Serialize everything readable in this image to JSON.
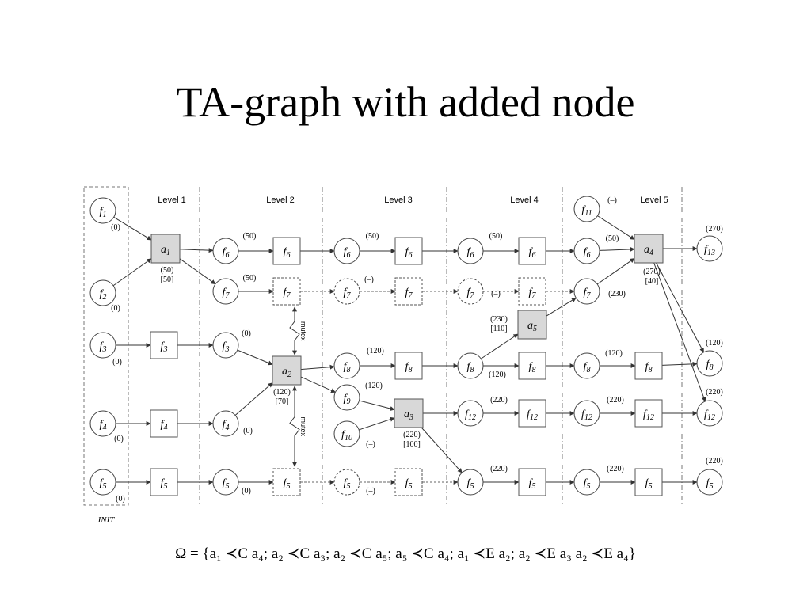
{
  "slide": {
    "title": "TA-graph with added node",
    "formula": "Ω = {a₁ ≺C a₄;  a₂ ≺C a₃; a₂ ≺C a₅; a₅ ≺C a₄;  a₁ ≺E a₂; a₂ ≺E a₃ a₂ ≺E a₄}"
  },
  "diagram": {
    "levels": [
      "Level 1",
      "Level 2",
      "Level 3",
      "Level 4",
      "Level 5"
    ],
    "init_label": "INIT",
    "mutex_label": "mutex",
    "nodes": [
      {
        "id": "f1_0",
        "kind": "fact",
        "fact": "1",
        "label": "(0)"
      },
      {
        "id": "f2_0",
        "kind": "fact",
        "fact": "2",
        "label": "(0)"
      },
      {
        "id": "f3_0",
        "kind": "fact",
        "fact": "3",
        "label": "(0)"
      },
      {
        "id": "f4_0",
        "kind": "fact",
        "fact": "4",
        "label": "(0)"
      },
      {
        "id": "f5_0",
        "kind": "fact",
        "fact": "5",
        "label": "(0)"
      },
      {
        "id": "a1",
        "kind": "action",
        "action": "1",
        "label": "(50)",
        "label2": "[50]"
      },
      {
        "id": "p3_1",
        "kind": "noop",
        "fact": "3"
      },
      {
        "id": "p4_1",
        "kind": "noop",
        "fact": "4"
      },
      {
        "id": "p5_1",
        "kind": "noop",
        "fact": "5"
      },
      {
        "id": "f6_1",
        "kind": "fact",
        "fact": "6",
        "label": "(50)"
      },
      {
        "id": "f7_1",
        "kind": "fact",
        "fact": "7",
        "label": "(50)"
      },
      {
        "id": "f3_1",
        "kind": "fact",
        "fact": "3",
        "label": "(0)"
      },
      {
        "id": "f4_1",
        "kind": "fact",
        "fact": "4",
        "label": "(0)"
      },
      {
        "id": "f5_1",
        "kind": "fact",
        "fact": "5",
        "label": "(0)"
      },
      {
        "id": "p6_2",
        "kind": "noop",
        "fact": "6"
      },
      {
        "id": "p7_2",
        "kind": "noop_dashed",
        "fact": "7"
      },
      {
        "id": "a2",
        "kind": "action",
        "action": "2",
        "label": "(120)",
        "label2": "[70]"
      },
      {
        "id": "p5_2",
        "kind": "noop_dashed",
        "fact": "5"
      },
      {
        "id": "f6_2",
        "kind": "fact",
        "fact": "6",
        "label": "(50)"
      },
      {
        "id": "f7_2",
        "kind": "fact_dashed",
        "fact": "7",
        "label": "(–)"
      },
      {
        "id": "f8_2",
        "kind": "fact",
        "fact": "8",
        "label": "(120)"
      },
      {
        "id": "f9_2",
        "kind": "fact",
        "fact": "9",
        "label": "(120)"
      },
      {
        "id": "f10_2",
        "kind": "fact",
        "fact": "10",
        "label": "(–)"
      },
      {
        "id": "f5_2",
        "kind": "fact_dashed",
        "fact": "5",
        "label": "(–)"
      },
      {
        "id": "p6_3",
        "kind": "noop",
        "fact": "6"
      },
      {
        "id": "p7_3",
        "kind": "noop_dashed",
        "fact": "7"
      },
      {
        "id": "p8_3",
        "kind": "noop",
        "fact": "8"
      },
      {
        "id": "a3",
        "kind": "action",
        "action": "3",
        "label": "(220)",
        "label2": "[100]"
      },
      {
        "id": "p5_3",
        "kind": "noop_dashed",
        "fact": "5"
      },
      {
        "id": "f6_3",
        "kind": "fact",
        "fact": "6",
        "label": "(50)"
      },
      {
        "id": "f7_3",
        "kind": "fact_dashed",
        "fact": "7",
        "label": "(–)"
      },
      {
        "id": "f8_3",
        "kind": "fact",
        "fact": "8",
        "label": "(120)"
      },
      {
        "id": "f12_3",
        "kind": "fact",
        "fact": "12",
        "label": "(220)"
      },
      {
        "id": "f5_3",
        "kind": "fact",
        "fact": "5",
        "label": "(220)"
      },
      {
        "id": "p6_4",
        "kind": "noop",
        "fact": "6"
      },
      {
        "id": "p7_4",
        "kind": "noop_dashed",
        "fact": "7"
      },
      {
        "id": "a5",
        "kind": "action",
        "action": "5",
        "label": "(230)",
        "label2": "[110]"
      },
      {
        "id": "p8_4",
        "kind": "noop",
        "fact": "8"
      },
      {
        "id": "p12_4",
        "kind": "noop",
        "fact": "12"
      },
      {
        "id": "p5_4",
        "kind": "noop",
        "fact": "5"
      },
      {
        "id": "f11_4",
        "kind": "fact",
        "fact": "11",
        "label": "(–)"
      },
      {
        "id": "f6_4",
        "kind": "fact",
        "fact": "6",
        "label": "(50)"
      },
      {
        "id": "f7_4",
        "kind": "fact",
        "fact": "7",
        "label": "(230)"
      },
      {
        "id": "f8_4",
        "kind": "fact",
        "fact": "8",
        "label": "(120)"
      },
      {
        "id": "f12_4",
        "kind": "fact",
        "fact": "12",
        "label": "(220)"
      },
      {
        "id": "f5_4",
        "kind": "fact",
        "fact": "5",
        "label": "(220)"
      },
      {
        "id": "a4",
        "kind": "action",
        "action": "4",
        "label": "(270)",
        "label2": "[40]"
      },
      {
        "id": "p8_5",
        "kind": "noop",
        "fact": "8"
      },
      {
        "id": "p12_5",
        "kind": "noop",
        "fact": "12"
      },
      {
        "id": "p5_5",
        "kind": "noop",
        "fact": "5"
      },
      {
        "id": "f13_5",
        "kind": "fact",
        "fact": "13",
        "label": "(270)"
      },
      {
        "id": "f8_5",
        "kind": "fact",
        "fact": "8",
        "label": "(120)"
      },
      {
        "id": "f12_5",
        "kind": "fact",
        "fact": "12",
        "label": "(220)"
      },
      {
        "id": "f5_5",
        "kind": "fact",
        "fact": "5",
        "label": "(220)"
      }
    ],
    "edges": [
      {
        "from": "f1_0",
        "to": "a1"
      },
      {
        "from": "f2_0",
        "to": "a1"
      },
      {
        "from": "f3_0",
        "to": "p3_1"
      },
      {
        "from": "f4_0",
        "to": "p4_1"
      },
      {
        "from": "f5_0",
        "to": "p5_1"
      },
      {
        "from": "a1",
        "to": "f6_1"
      },
      {
        "from": "a1",
        "to": "f7_1"
      },
      {
        "from": "p3_1",
        "to": "f3_1"
      },
      {
        "from": "p4_1",
        "to": "f4_1"
      },
      {
        "from": "p5_1",
        "to": "f5_1"
      },
      {
        "from": "f6_1",
        "to": "p6_2"
      },
      {
        "from": "f7_1",
        "to": "p7_2"
      },
      {
        "from": "f3_1",
        "to": "a2"
      },
      {
        "from": "f4_1",
        "to": "a2"
      },
      {
        "from": "f5_1",
        "to": "p5_2"
      },
      {
        "from": "p6_2",
        "to": "f6_2"
      },
      {
        "from": "p7_2",
        "to": "f7_2",
        "style": "dashed"
      },
      {
        "from": "a2",
        "to": "f8_2"
      },
      {
        "from": "a2",
        "to": "f9_2"
      },
      {
        "from": "p5_2",
        "to": "f5_2",
        "style": "dashed"
      },
      {
        "from": "f6_2",
        "to": "p6_3"
      },
      {
        "from": "f7_2",
        "to": "p7_3",
        "style": "dashed"
      },
      {
        "from": "f8_2",
        "to": "p8_3"
      },
      {
        "from": "f9_2",
        "to": "a3"
      },
      {
        "from": "f10_2",
        "to": "a3"
      },
      {
        "from": "f5_2",
        "to": "p5_3",
        "style": "dashed"
      },
      {
        "from": "p6_3",
        "to": "f6_3"
      },
      {
        "from": "p7_3",
        "to": "f7_3",
        "style": "dashed"
      },
      {
        "from": "p8_3",
        "to": "f8_3"
      },
      {
        "from": "a3",
        "to": "f12_3"
      },
      {
        "from": "a3",
        "to": "f5_3"
      },
      {
        "from": "p5_3",
        "to": "f5_3",
        "style": "dashed"
      },
      {
        "from": "f6_3",
        "to": "p6_4"
      },
      {
        "from": "f7_3",
        "to": "p7_4",
        "style": "dashed"
      },
      {
        "from": "f8_3",
        "to": "a5"
      },
      {
        "from": "f8_3",
        "to": "p8_4"
      },
      {
        "from": "f12_3",
        "to": "p12_4"
      },
      {
        "from": "f5_3",
        "to": "p5_4"
      },
      {
        "from": "p6_4",
        "to": "f6_4"
      },
      {
        "from": "p7_4",
        "to": "f7_4",
        "style": "dashed"
      },
      {
        "from": "a5",
        "to": "f7_4"
      },
      {
        "from": "p8_4",
        "to": "f8_4"
      },
      {
        "from": "p12_4",
        "to": "f12_4"
      },
      {
        "from": "p5_4",
        "to": "f5_4"
      },
      {
        "from": "f11_4",
        "to": "a4"
      },
      {
        "from": "f6_4",
        "to": "a4"
      },
      {
        "from": "f7_4",
        "to": "a4"
      },
      {
        "from": "f8_4",
        "to": "p8_5"
      },
      {
        "from": "f12_4",
        "to": "p12_5"
      },
      {
        "from": "f5_4",
        "to": "p5_5"
      },
      {
        "from": "a4",
        "to": "f13_5"
      },
      {
        "from": "a4",
        "to": "f8_5"
      },
      {
        "from": "a4",
        "to": "f12_5"
      },
      {
        "from": "p8_5",
        "to": "f8_5"
      },
      {
        "from": "p12_5",
        "to": "f12_5"
      },
      {
        "from": "p5_5",
        "to": "f5_5"
      }
    ],
    "mutex_links": [
      {
        "from": "p7_2",
        "to": "a2"
      },
      {
        "from": "a2",
        "to": "p5_2"
      }
    ]
  }
}
